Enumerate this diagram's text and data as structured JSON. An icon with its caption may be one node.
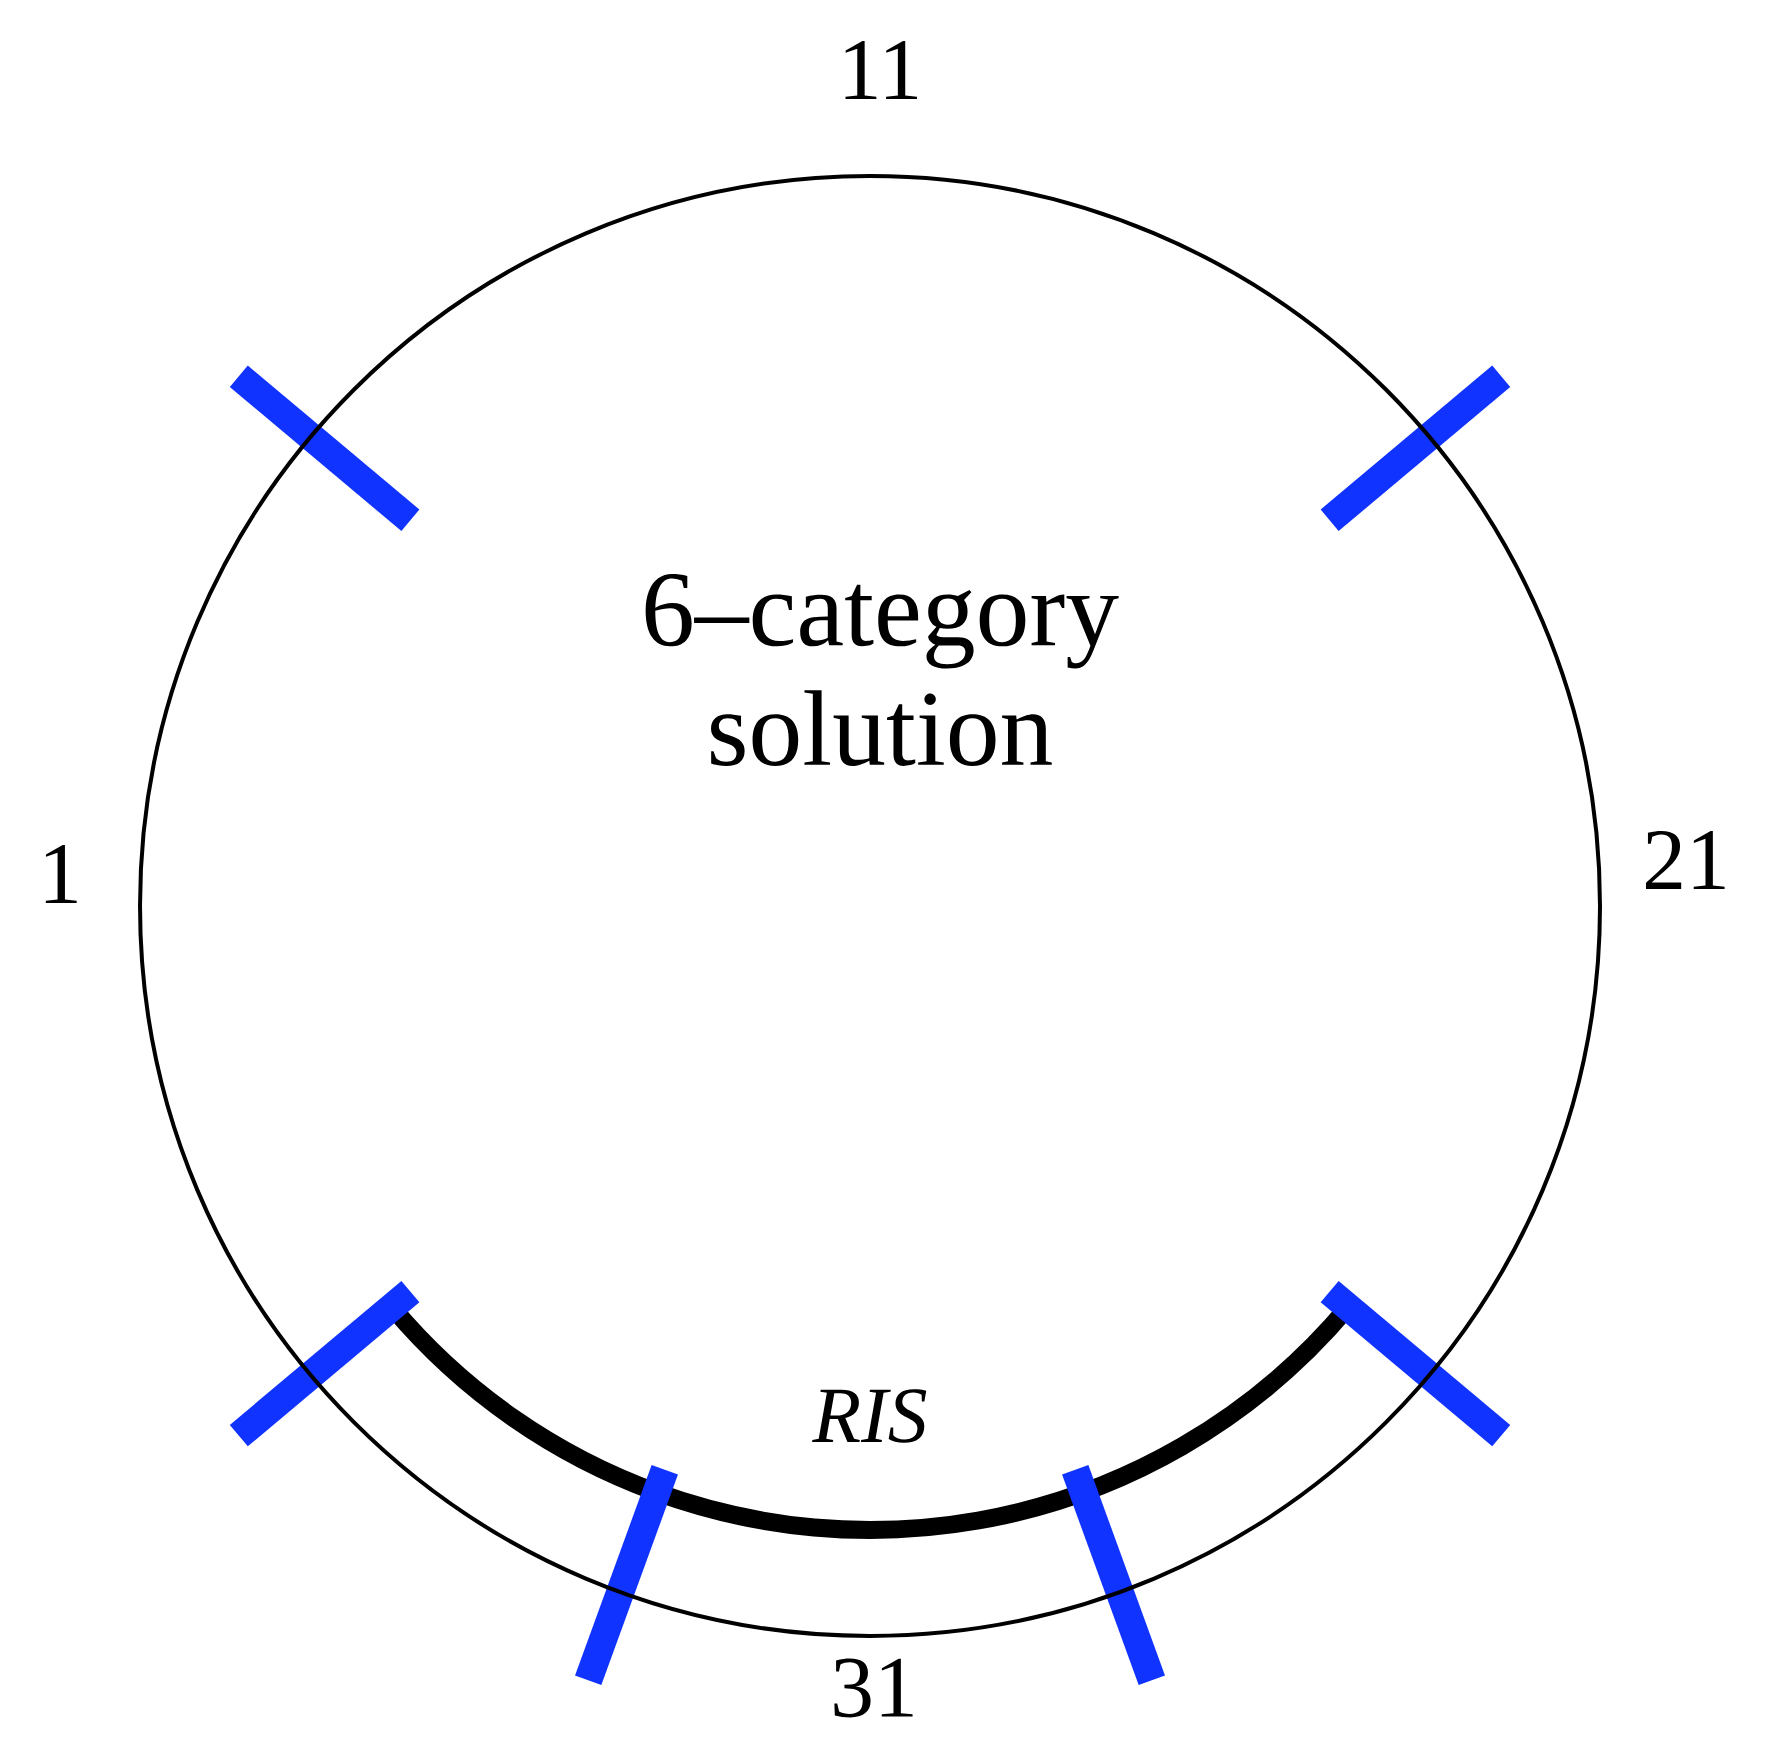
{
  "diagram": {
    "nodes": [
      {
        "text": [
          "6–category solution"
        ]
      }
    ],
    "edges": [],
    "labels": [
      "11",
      "1",
      "21",
      "RIS",
      "31"
    ]
  }
}
